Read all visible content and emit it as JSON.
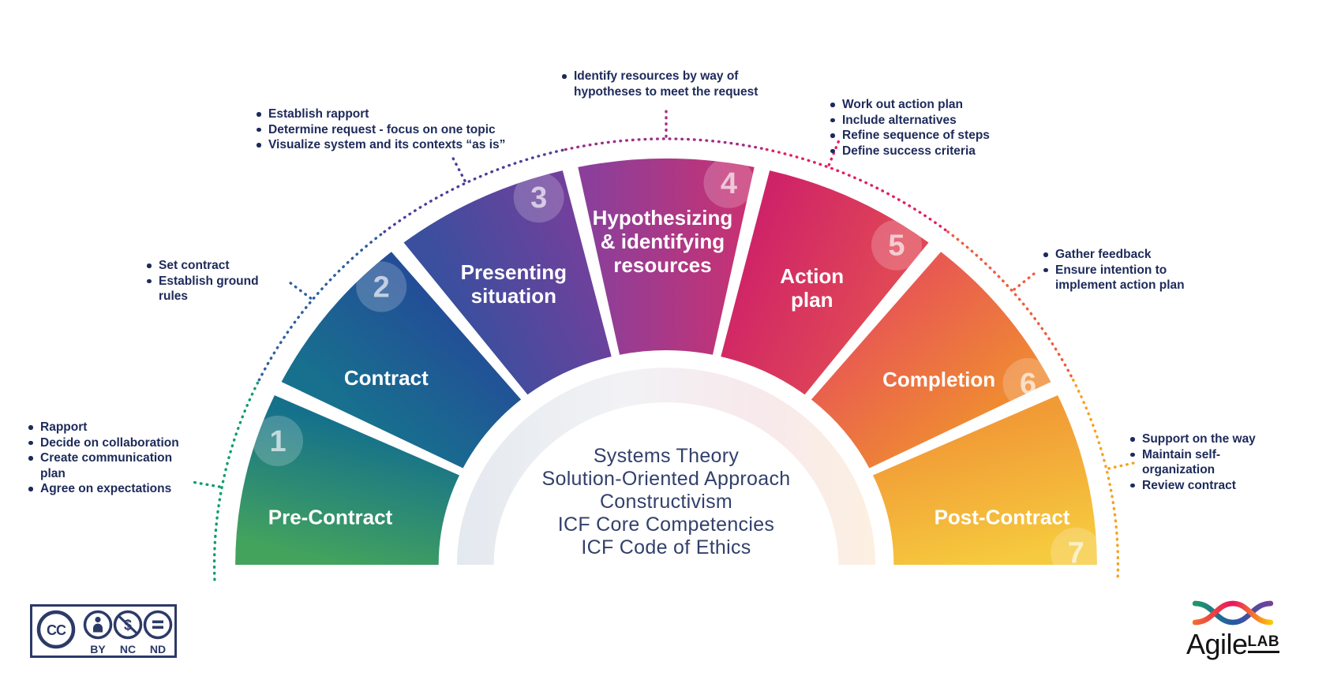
{
  "center": {
    "lines": [
      "Systems Theory",
      "Solution-Oriented Approach",
      "Constructivism",
      "ICF Core Competencies",
      "ICF Code of Ethics"
    ],
    "text_color": "#32406b"
  },
  "segments": [
    {
      "number": "1",
      "label": "Pre-Contract",
      "colors": [
        "#43a35d",
        "#15718b"
      ],
      "arc_color": "#0e9d6d",
      "bullets": [
        "Rapport",
        "Decide on collaboration",
        "Create communication plan",
        "Agree on expectations"
      ]
    },
    {
      "number": "2",
      "label": "Contract",
      "colors": [
        "#17718e",
        "#234e97"
      ],
      "arc_color": "#2e5f9e",
      "bullets": [
        "Set contract",
        "Establish ground rules"
      ]
    },
    {
      "number": "3",
      "label": "Presenting\nsituation",
      "colors": [
        "#3a4f9e",
        "#71409c"
      ],
      "arc_color": "#4a3f9b",
      "bullets": [
        "Establish rapport",
        "Determine request - focus on one topic",
        "Visualize system and its contexts “as is”"
      ]
    },
    {
      "number": "4",
      "label": "Hypothesizing\n& identifying\nresources",
      "colors": [
        "#8c3f9a",
        "#c63274"
      ],
      "arc_color": "#a02e87",
      "bullets": [
        "Identify resources by way of hypotheses to meet the request"
      ]
    },
    {
      "number": "5",
      "label": "Action\nplan",
      "colors": [
        "#cf2368",
        "#e04756"
      ],
      "arc_color": "#e41e63",
      "bullets": [
        "Work out action plan",
        "Include alternatives",
        "Refine sequence of steps",
        "Define success criteria"
      ]
    },
    {
      "number": "6",
      "label": "Completion",
      "colors": [
        "#e85a51",
        "#ef8a33"
      ],
      "arc_color": "#f05b3d",
      "bullets": [
        "Gather feedback",
        "Ensure intention to implement action plan"
      ]
    },
    {
      "number": "7",
      "label": "Post-Contract",
      "colors": [
        "#f19b36",
        "#f6ca3e"
      ],
      "arc_color": "#f6a21f",
      "bullets": [
        "Support on the way",
        "Maintain self-organization",
        "Review contract"
      ]
    }
  ],
  "license": {
    "cc": "CC",
    "by": "BY",
    "nc": "NC",
    "nd": "ND",
    "nc_symbol": "$",
    "nd_symbol": "=",
    "color": "#2c3a68"
  },
  "logo": {
    "name": "Agile",
    "lab": "LAB",
    "strand1_colors": [
      "#1f9e63",
      "#2458a6",
      "#7d3f98"
    ],
    "strand2_colors": [
      "#f2702d",
      "#e8175d",
      "#ffd200"
    ]
  }
}
